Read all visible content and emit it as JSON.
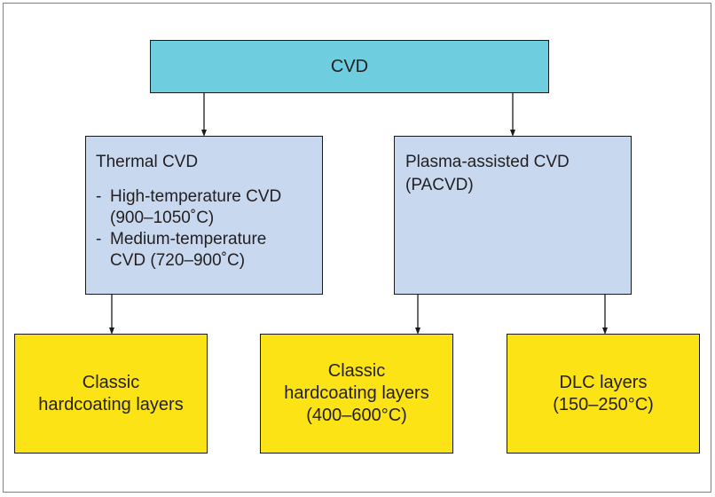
{
  "root": {
    "label": "CVD"
  },
  "thermal": {
    "title": "Thermal CVD",
    "items": [
      {
        "dash": "-",
        "line1": "High-temperature CVD",
        "line2": "(900–1050˚C)"
      },
      {
        "dash": "-",
        "line1": "Medium-temperature",
        "line2": "CVD (720–900˚C)"
      }
    ]
  },
  "plasma": {
    "line1": "Plasma-assisted CVD",
    "line2": "(PACVD)"
  },
  "leaves": {
    "classic_left": {
      "line1": "Classic",
      "line2": "hardcoating layers"
    },
    "classic_middle": {
      "line1": "Classic",
      "line2": "hardcoating layers",
      "line3": "(400–600°C)"
    },
    "dlc": {
      "line1": "DLC layers",
      "line2": "(150–250°C)"
    }
  },
  "colors": {
    "root_fill": "#6fcde0",
    "process_fill": "#c8d8ef",
    "layer_fill": "#fbe316",
    "stroke": "#1a1a1a"
  }
}
